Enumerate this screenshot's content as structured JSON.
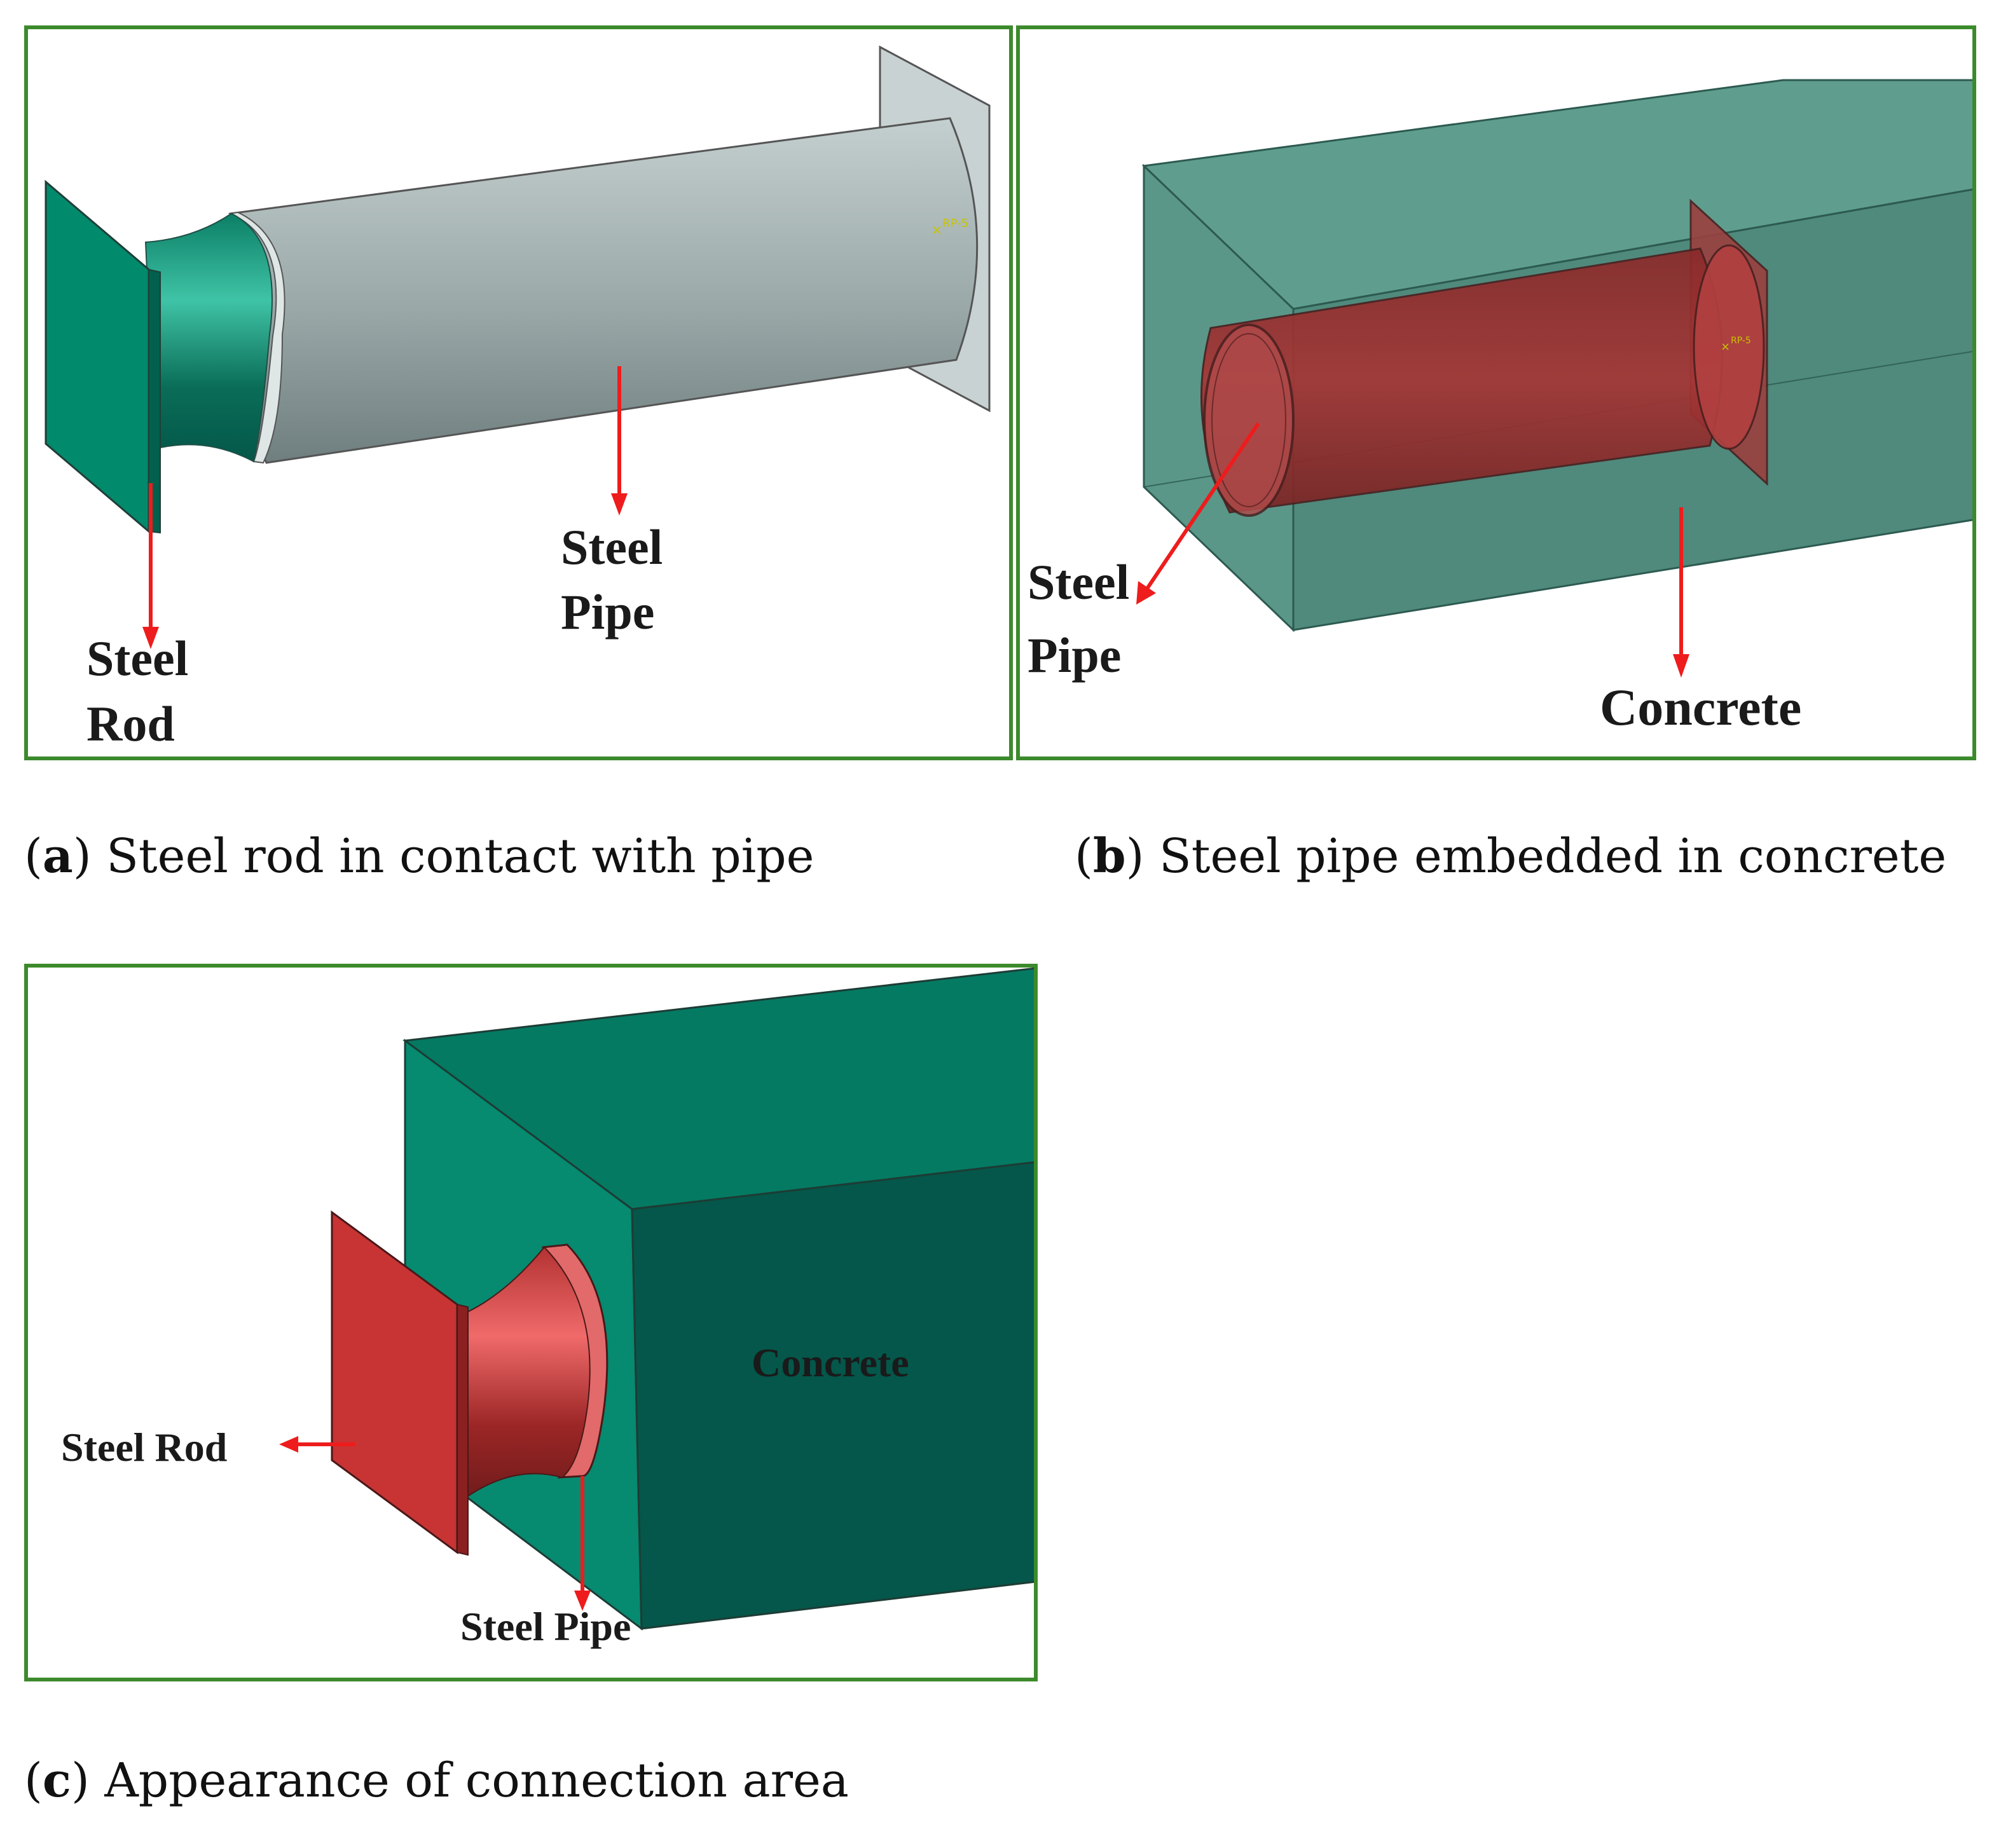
{
  "colors": {
    "frame": "#3c8a2c",
    "steel_green": "#028a6c",
    "pipe_grey": "#b7c3c3",
    "concrete_translucent": "#4f9181",
    "pipe_red": "#a83232",
    "concrete_solid": "#047a63",
    "concrete_dark": "#04574a",
    "arrow": "#ee1c1c"
  },
  "panel_a": {
    "label_steel_line1": "Steel",
    "label_pipe_line2": "Pipe",
    "label_rod_line2": "Rod",
    "rp_marker": "RP-5",
    "caption_letter": "a",
    "caption_text": " Steel rod in contact with pipe"
  },
  "panel_b": {
    "label_steel_line1": "Steel",
    "label_pipe_line2": "Pipe",
    "label_concrete": "Concrete",
    "rp_marker": "RP-5",
    "caption_letter": "b",
    "caption_text": " Steel pipe embedded in concrete"
  },
  "panel_c": {
    "label_concrete": "Concrete",
    "label_steel_rod": "Steel Rod",
    "label_steel_pipe": "Steel Pipe",
    "caption_letter": "c",
    "caption_text": " Appearance of connection area"
  }
}
